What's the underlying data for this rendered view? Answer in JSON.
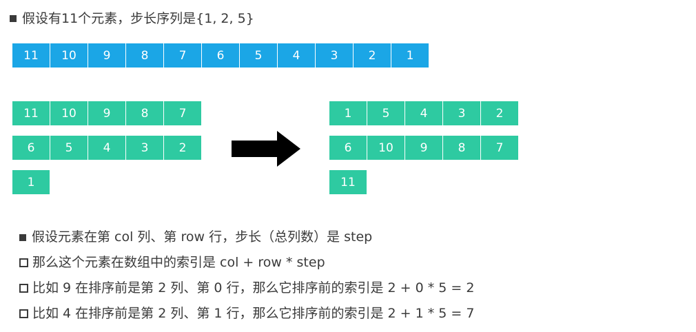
{
  "title": "假设有11个元素，步长序列是{1, 2, 5}",
  "sequence": [
    "11",
    "10",
    "9",
    "8",
    "7",
    "6",
    "5",
    "4",
    "3",
    "2",
    "1"
  ],
  "before": {
    "row0": [
      "11",
      "10",
      "9",
      "8",
      "7"
    ],
    "row1": [
      "6",
      "5",
      "4",
      "3",
      "2"
    ],
    "row2": [
      "1"
    ]
  },
  "after": {
    "row0": [
      "1",
      "5",
      "4",
      "3",
      "2"
    ],
    "row1": [
      "6",
      "10",
      "9",
      "8",
      "7"
    ],
    "row2": [
      "11"
    ]
  },
  "notes": [
    "假设元素在第 col 列、第 row 行，步长（总列数）是 step",
    "那么这个元素在数组中的索引是 col + row * step",
    "比如 9 在排序前是第 2 列、第 0 行，那么它排序前的索引是 2 + 0 * 5 = 2",
    "比如 4 在排序前是第 2 列、第 1 行，那么它排序前的索引是 2 + 1 * 5 = 7"
  ],
  "colors": {
    "blue": "#1ba6e6",
    "green": "#2ecaa1",
    "arrow": "#000000"
  },
  "icons": {
    "arrow": "right-arrow-icon"
  }
}
